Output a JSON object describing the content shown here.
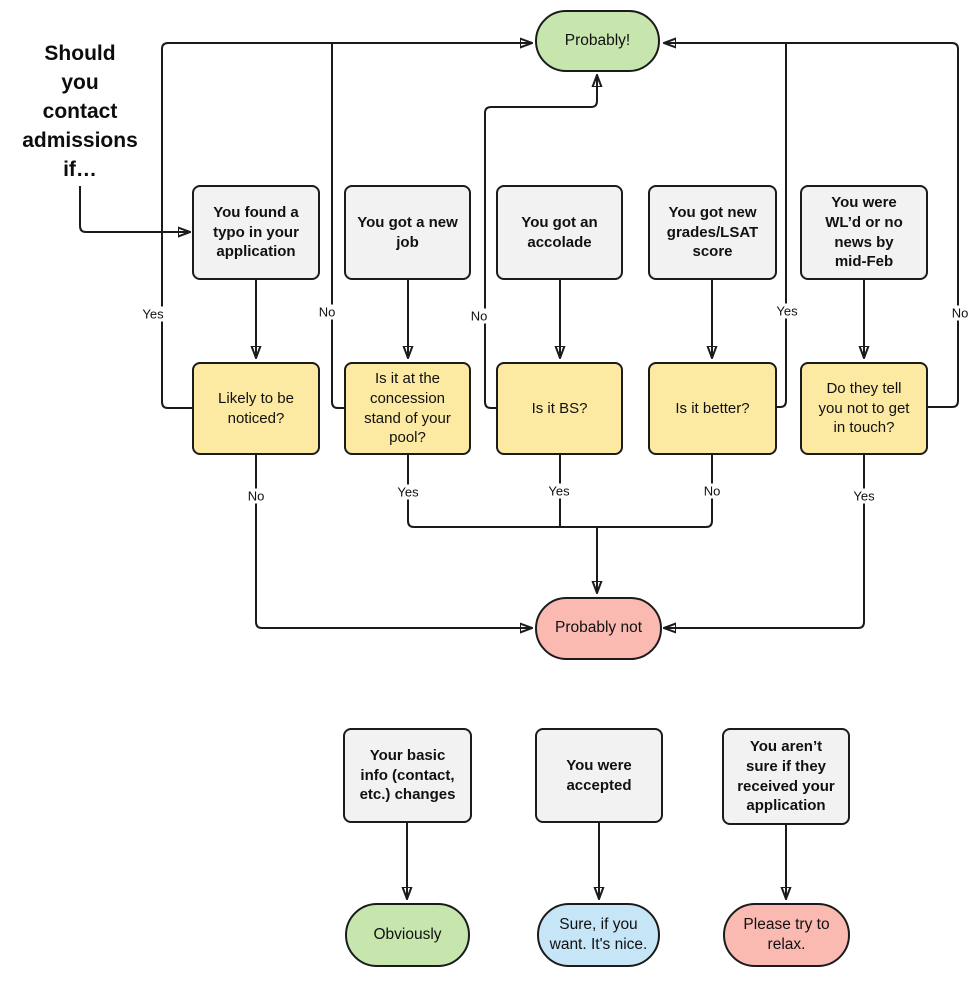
{
  "title": "Should\nyou\ncontact\nadmissions\nif…",
  "colors": {
    "node_border": "#1b1b1b",
    "condition_gray": "#f2f2f2",
    "question_yellow": "#fce9a2",
    "terminal_green": "#c6e6ae",
    "terminal_red": "#fab9b1",
    "terminal_blue": "#c6e5f6",
    "connector": "#1b1b1b"
  },
  "nodes": {
    "typo": "You found a\ntypo in your\napplication",
    "new_job": "You got a new\njob",
    "accolade": "You got an\naccolade",
    "grades": "You got new\ngrades/LSAT\nscore",
    "waitlist": "You were\nWL’d or no\nnews by\nmid-Feb",
    "noticed": "Likely to be\nnoticed?",
    "concession": "Is it at the\nconcession\nstand of your\npool?",
    "bs": "Is it BS?",
    "better": "Is it better?",
    "touch": "Do they tell\nyou not to get\nin touch?",
    "probably": "Probably!",
    "probably_not": "Probably not",
    "basic_info": "Your basic\ninfo (contact,\netc.) changes",
    "accepted": "You were\naccepted",
    "not_sure": "You aren’t\nsure if they\nreceived your\napplication",
    "obviously": "Obviously",
    "sure": "Sure, if you\nwant. It's nice.",
    "relax": "Please try to\nrelax."
  },
  "edge_labels": {
    "noticed_yes": "Yes",
    "concession_no": "No",
    "bs_no": "No",
    "better_yes": "Yes",
    "touch_no": "No",
    "noticed_no": "No",
    "concession_yes": "Yes",
    "bs_yes": "Yes",
    "better_no": "No",
    "touch_yes": "Yes"
  }
}
